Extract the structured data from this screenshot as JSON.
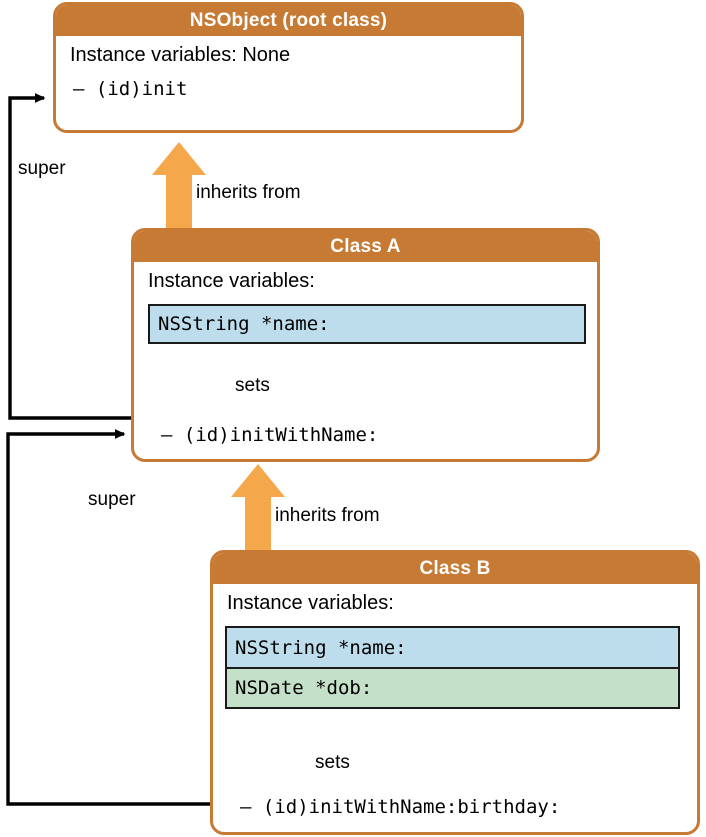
{
  "diagram": {
    "title": "Objective-C class inheritance and initializer chain",
    "colors": {
      "header_orange": "#C67A34",
      "arrow_orange": "#F5A74C",
      "ivar_blue": "#BEDDEC",
      "ivar_green": "#C5E0C8",
      "line_black": "#000000",
      "box_background": "#FFFFFF"
    },
    "boxes": [
      {
        "id": "nsobject",
        "header": "NSObject (root class)",
        "ivar_label": "Instance variables: None",
        "ivars": [],
        "method": "– (id)init"
      },
      {
        "id": "class-a",
        "header": "Class A",
        "ivar_label": "Instance variables:",
        "ivars": [
          {
            "text": "NSString *name:",
            "color": "blue"
          }
        ],
        "method": "– (id)initWithName:"
      },
      {
        "id": "class-b",
        "header": "Class B",
        "ivar_label": "Instance variables:",
        "ivars": [
          {
            "text": "NSString *name:",
            "color": "blue"
          },
          {
            "text": "NSDate *dob:",
            "color": "green"
          }
        ],
        "method": "– (id)initWithName:birthday:"
      }
    ],
    "annotations": {
      "inherits_from_a": "inherits from",
      "inherits_from_b": "inherits from",
      "super_a": "super",
      "super_b": "super",
      "sets_a": "sets",
      "sets_b": "sets"
    }
  }
}
